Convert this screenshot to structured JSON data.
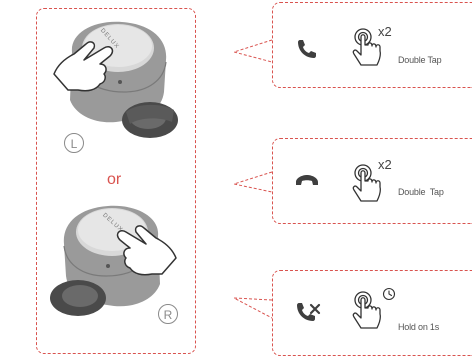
{
  "earbuds": {
    "left": {
      "brand": "DELUX",
      "side": "L"
    },
    "right": {
      "brand": "DELUX",
      "side": "R"
    },
    "connector": "or"
  },
  "gestures": [
    {
      "call_icon": "phone-answer-icon",
      "gesture_icon": "double-tap-icon",
      "multiplier": "x2",
      "action": "Double Tap"
    },
    {
      "call_icon": "phone-hangup-icon",
      "gesture_icon": "double-tap-icon",
      "multiplier": "x2",
      "action": "Double  Tap"
    },
    {
      "call_icon": "phone-reject-icon",
      "gesture_icon": "hold-icon",
      "multiplier": "",
      "action": "Hold on 1s"
    }
  ],
  "colors": {
    "accent": "#d9534f",
    "earbud": "#8c8c8c",
    "icon": "#3f3f3f"
  }
}
